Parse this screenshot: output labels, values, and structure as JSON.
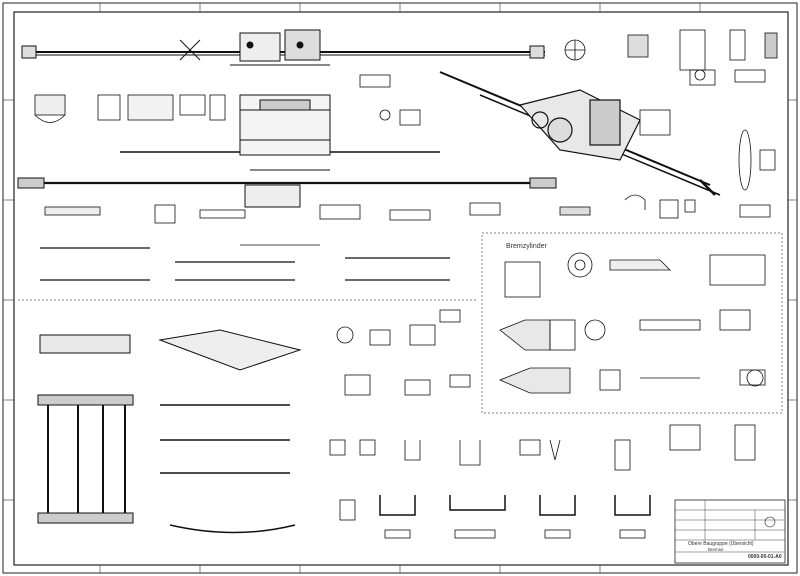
{
  "sheet": {
    "section_label": "Bremzylinder",
    "title_block": {
      "row1": "Obere Baugruppe (Übersicht)",
      "row2": "Bremse",
      "drawing_number": "0000-00-01-A0"
    },
    "border_colour": "#222222",
    "line_colour": "#111111"
  }
}
